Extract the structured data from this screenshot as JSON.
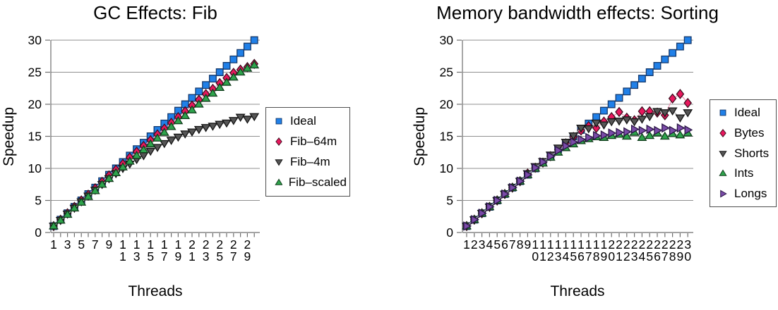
{
  "figure": {
    "background": "#FFFFFF",
    "grid_color": "#8F8F8F",
    "axis_color": "#6E6E6E"
  },
  "chart_data": [
    {
      "type": "scatter",
      "title": "GC Effects: Fib",
      "xlabel": "Threads",
      "ylabel": "Speedup",
      "xlim": [
        0,
        31
      ],
      "ylim": [
        0,
        30
      ],
      "yticks": [
        0,
        5,
        10,
        15,
        20,
        25,
        30
      ],
      "grid": true,
      "legend_position": "right-inside",
      "x": [
        1,
        2,
        3,
        4,
        5,
        6,
        7,
        8,
        9,
        10,
        11,
        12,
        13,
        14,
        15,
        16,
        17,
        18,
        19,
        20,
        21,
        22,
        23,
        24,
        25,
        26,
        27,
        28,
        29,
        30
      ],
      "xtick_labels": [
        "1",
        "",
        "3",
        "",
        "5",
        "",
        "7",
        "",
        "9",
        "",
        "11",
        "",
        "13",
        "",
        "15",
        "",
        "17",
        "",
        "19",
        "",
        "21",
        "",
        "23",
        "",
        "25",
        "",
        "27",
        "",
        "29",
        ""
      ],
      "series": [
        {
          "name": "Ideal",
          "marker": "square",
          "color": "#2080E8",
          "edge": "#14386B",
          "line_color": "#88B4EC",
          "values": [
            1,
            2,
            3,
            4,
            5,
            6,
            7,
            8,
            9,
            10,
            11,
            12,
            13,
            14,
            15,
            16,
            17,
            18,
            19,
            20,
            21,
            22,
            23,
            24,
            25,
            26,
            27,
            28,
            29,
            30
          ]
        },
        {
          "name": "Fib–64m",
          "marker": "diamond",
          "color": "#E8175D",
          "edge": "#401021",
          "line_color": "#F291B4",
          "values": [
            1,
            2,
            3,
            4,
            5,
            5.9,
            6.9,
            7.9,
            8.9,
            9.8,
            10.7,
            11.7,
            12.6,
            13.5,
            14.4,
            15.3,
            16.2,
            17.1,
            18,
            18.9,
            19.8,
            20.7,
            21.6,
            22.4,
            23.3,
            24.1,
            24.9,
            25.4,
            25.8,
            26.3
          ]
        },
        {
          "name": "Fib–4m",
          "marker": "triangle-down",
          "color": "#555555",
          "edge": "#141414",
          "line_color": "#ABABAB",
          "values": [
            1,
            1.9,
            2.9,
            3.8,
            4.8,
            5.7,
            6.6,
            7.5,
            8.4,
            9.2,
            10,
            10.7,
            11.4,
            12,
            12.7,
            13.3,
            13.9,
            14.4,
            14.9,
            15.4,
            15.7,
            16.1,
            16.4,
            16.6,
            16.9,
            17.1,
            17.5,
            18,
            17.7,
            18.1
          ]
        },
        {
          "name": "Fib–scaled",
          "marker": "triangle-up",
          "color": "#2EA44C",
          "edge": "#123D1D",
          "line_color": "#90CE9E",
          "values": [
            1,
            1.9,
            2.8,
            3.8,
            4.7,
            5.6,
            6.5,
            7.5,
            8.4,
            9.3,
            10.2,
            11.1,
            12,
            12.9,
            13.8,
            14.7,
            15.6,
            16.5,
            17.4,
            18.2,
            19.1,
            20,
            20.9,
            21.7,
            22.6,
            23.4,
            24.2,
            25,
            25.6,
            26.1
          ]
        }
      ]
    },
    {
      "type": "scatter",
      "title": "Memory bandwidth effects: Sorting",
      "xlabel": "Threads",
      "ylabel": "Speedup",
      "xlim": [
        0,
        31
      ],
      "ylim": [
        0,
        30
      ],
      "yticks": [
        0,
        5,
        10,
        15,
        20,
        25,
        30
      ],
      "grid": true,
      "legend_position": "right-inside",
      "x": [
        1,
        2,
        3,
        4,
        5,
        6,
        7,
        8,
        9,
        10,
        11,
        12,
        13,
        14,
        15,
        16,
        17,
        18,
        19,
        20,
        21,
        22,
        23,
        24,
        25,
        26,
        27,
        28,
        29,
        30
      ],
      "xtick_labels": [
        "1",
        "2",
        "3",
        "4",
        "5",
        "6",
        "7",
        "8",
        "9",
        "10",
        "11",
        "12",
        "13",
        "14",
        "15",
        "16",
        "17",
        "18",
        "19",
        "20",
        "21",
        "22",
        "23",
        "24",
        "25",
        "26",
        "27",
        "28",
        "29",
        "30"
      ],
      "series": [
        {
          "name": "Ideal",
          "marker": "square",
          "color": "#2080E8",
          "edge": "#14386B",
          "line_color": "#88B4EC",
          "values": [
            1,
            2,
            3,
            4,
            5,
            6,
            7,
            8,
            9,
            10,
            11,
            12,
            13,
            14,
            15,
            16,
            17,
            18,
            19,
            20,
            21,
            22,
            23,
            24,
            25,
            26,
            27,
            28,
            29,
            30
          ]
        },
        {
          "name": "Bytes",
          "marker": "diamond",
          "color": "#E8175D",
          "edge": "#401021",
          "line_color": "#F291B4",
          "values": [
            1,
            2,
            3,
            4,
            5,
            6,
            7,
            8,
            9.2,
            10.1,
            10.9,
            11.9,
            12.9,
            13.9,
            14.9,
            15.9,
            16.6,
            16.3,
            17.3,
            18,
            18.8,
            17.9,
            17.5,
            18.9,
            18.9,
            18.7,
            18.3,
            20.9,
            21.6,
            20.2
          ]
        },
        {
          "name": "Shorts",
          "marker": "triangle-down",
          "color": "#555555",
          "edge": "#141414",
          "line_color": "#ABABAB",
          "values": [
            1,
            2,
            3,
            4,
            5,
            6,
            7,
            8,
            9.2,
            10.3,
            11.1,
            12.1,
            13.2,
            14.1,
            15.1,
            16.3,
            16.2,
            17.1,
            16.8,
            17.3,
            17.4,
            17.6,
            17.3,
            17.7,
            18.1,
            18.9,
            18.7,
            19,
            17.9,
            18.7
          ]
        },
        {
          "name": "Ints",
          "marker": "triangle-up",
          "color": "#2EA44C",
          "edge": "#123D1D",
          "line_color": "#90CE9E",
          "values": [
            1,
            2,
            3,
            4,
            5,
            6,
            7,
            8,
            9,
            10,
            10.8,
            11.7,
            12.5,
            13.2,
            13.8,
            14.3,
            14.6,
            14.9,
            14.8,
            15.1,
            15.3,
            15,
            15.6,
            14.8,
            15.1,
            15.5,
            15,
            15.4,
            15.2,
            15.5
          ]
        },
        {
          "name": "Longs",
          "marker": "triangle-right",
          "color": "#7A4BA8",
          "edge": "#2A1545",
          "line_color": "#AE9BCD",
          "values": [
            1,
            2,
            3,
            4,
            5,
            6,
            7,
            8,
            9,
            10.1,
            11,
            11.9,
            12.8,
            13.5,
            14.1,
            14.5,
            14.8,
            15.1,
            15.2,
            15.5,
            15.6,
            15.7,
            16.1,
            15.9,
            16.1,
            15.9,
            16.3,
            15.9,
            16.3,
            16
          ]
        }
      ]
    }
  ]
}
